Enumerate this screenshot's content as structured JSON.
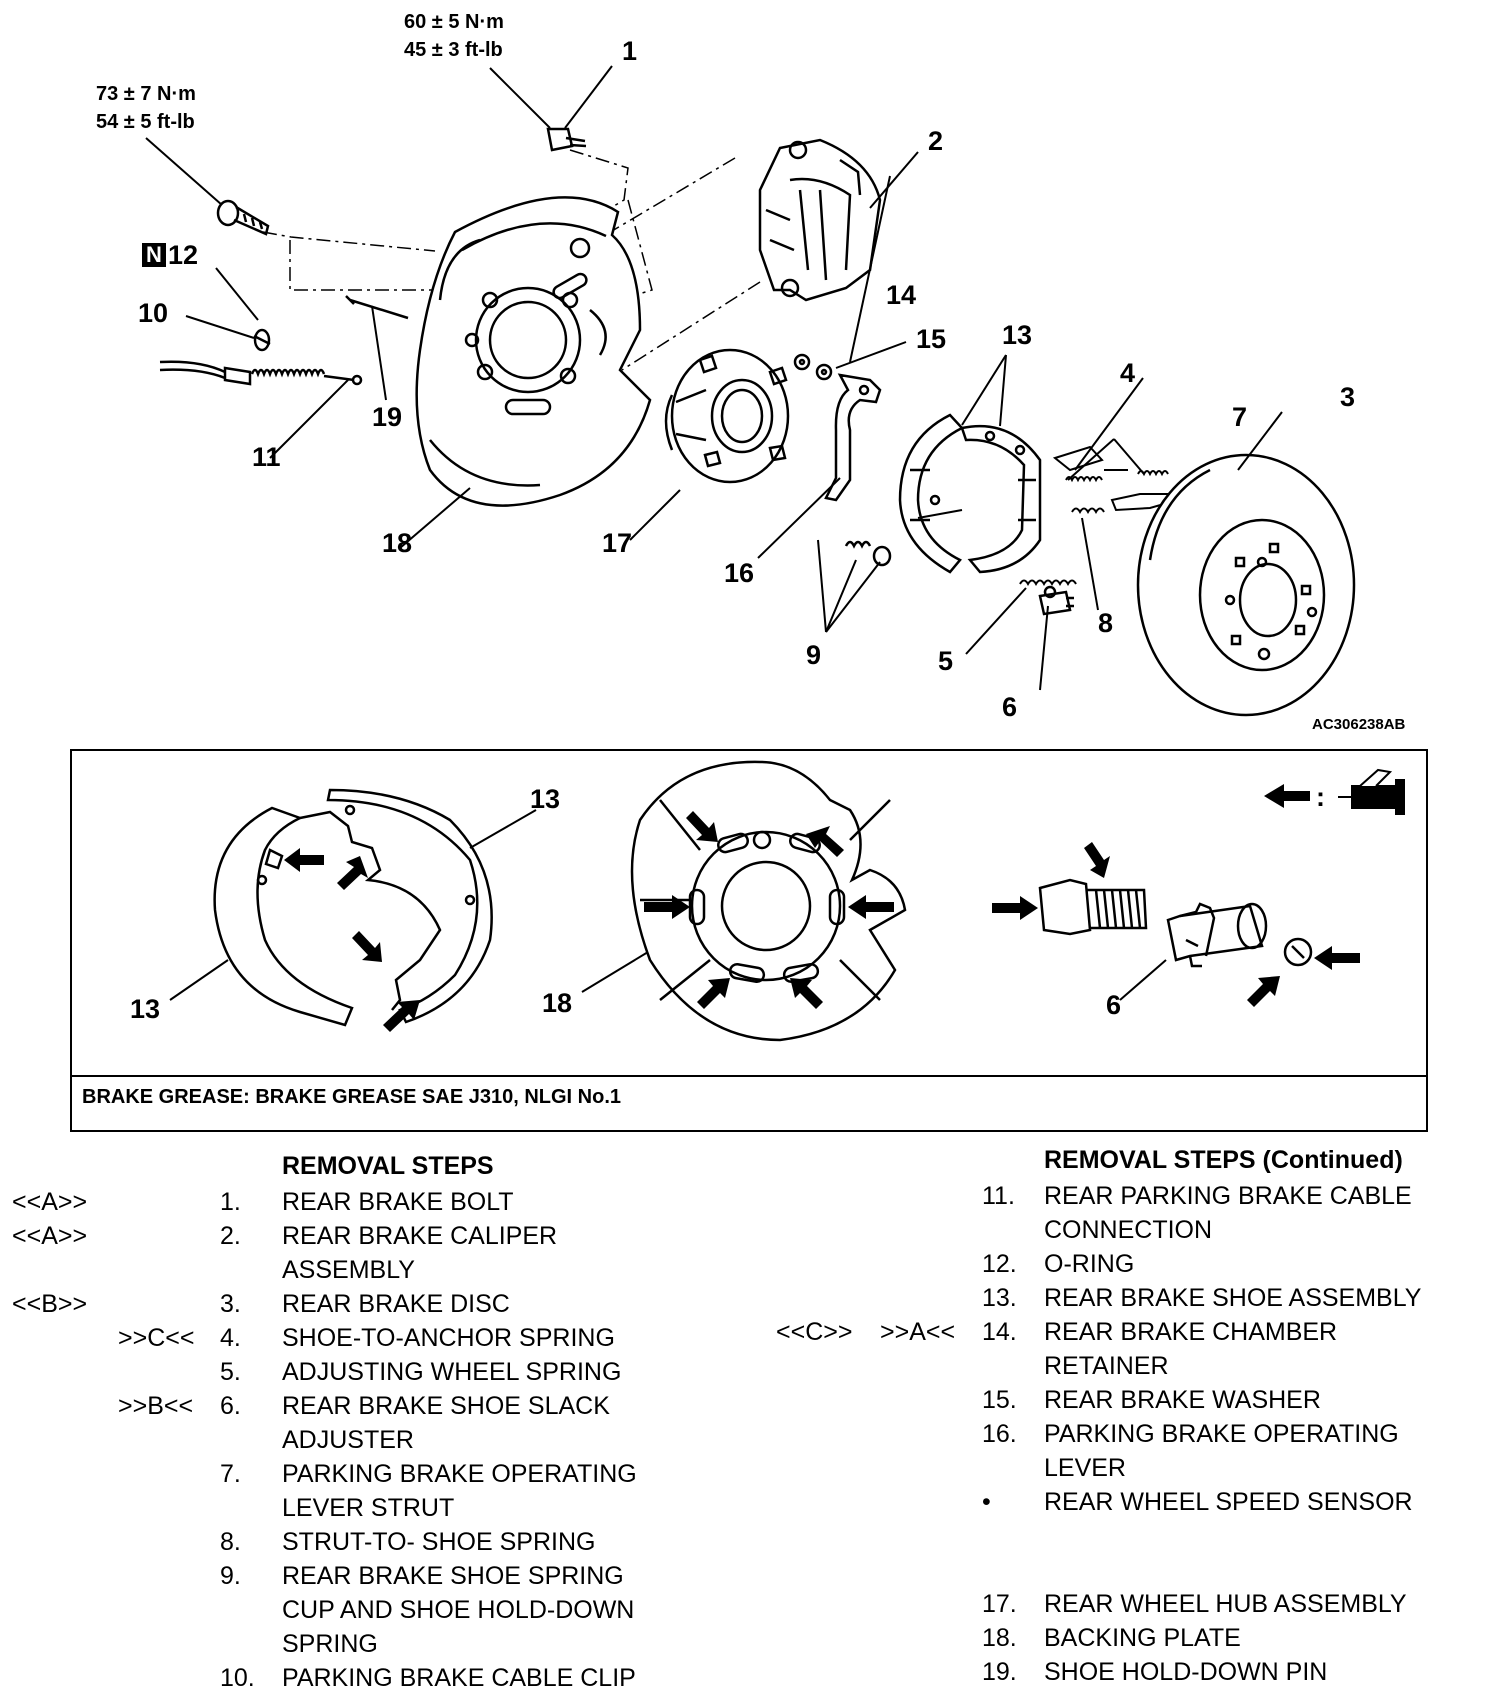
{
  "title": "REAR BRAKE — REMOVAL AND INSTALLATION",
  "torque": {
    "bolt1_nm": "60 ± 5 N·m",
    "bolt1_ftlb": "45 ± 3 ft-lb",
    "bolt2_nm": "73 ± 7 N·m",
    "bolt2_ftlb": "54 ± 5 ft-lb"
  },
  "callouts": {
    "n1": "1",
    "n2": "2",
    "n3": "3",
    "n4": "4",
    "n5": "5",
    "n6": "6",
    "n7": "7",
    "n8": "8",
    "n9": "9",
    "n10": "10",
    "n11": "11",
    "n12": "12",
    "n13": "13",
    "n14": "14",
    "n15": "15",
    "n16": "16",
    "n17": "17",
    "n18": "18",
    "n19": "19",
    "n_badge": "N"
  },
  "figure_code": "AC306238AB",
  "grease_box": {
    "callout_13a": "13",
    "callout_13b": "13",
    "callout_18": "18",
    "callout_6": "6",
    "legend_sep": ":",
    "note": "BRAKE GREASE: BRAKE GREASE SAE J310, NLGI No.1"
  },
  "removal_steps": {
    "title_left": "REMOVAL STEPS",
    "title_right": "REMOVAL STEPS (Continued)",
    "left": [
      {
        "tag1": "<<A>>",
        "tag2": "",
        "num": "1.",
        "text": "REAR BRAKE BOLT"
      },
      {
        "tag1": "<<A>>",
        "tag2": "",
        "num": "2.",
        "text": "REAR BRAKE CALIPER"
      },
      {
        "tag1": "",
        "tag2": "",
        "num": "",
        "text": "ASSEMBLY"
      },
      {
        "tag1": "<<B>>",
        "tag2": "",
        "num": "3.",
        "text": "REAR BRAKE DISC"
      },
      {
        "tag1": "",
        "tag2": ">>C<<",
        "num": "4.",
        "text": "SHOE-TO-ANCHOR SPRING"
      },
      {
        "tag1": "",
        "tag2": "",
        "num": "5.",
        "text": "ADJUSTING WHEEL SPRING"
      },
      {
        "tag1": "",
        "tag2": ">>B<<",
        "num": "6.",
        "text": "REAR BRAKE SHOE SLACK"
      },
      {
        "tag1": "",
        "tag2": "",
        "num": "",
        "text": "ADJUSTER"
      },
      {
        "tag1": "",
        "tag2": "",
        "num": "7.",
        "text": "PARKING BRAKE OPERATING"
      },
      {
        "tag1": "",
        "tag2": "",
        "num": "",
        "text": "LEVER STRUT"
      },
      {
        "tag1": "",
        "tag2": "",
        "num": "8.",
        "text": "STRUT-TO- SHOE SPRING"
      },
      {
        "tag1": "",
        "tag2": "",
        "num": "9.",
        "text": "REAR BRAKE SHOE SPRING"
      },
      {
        "tag1": "",
        "tag2": "",
        "num": "",
        "text": "CUP AND SHOE HOLD-DOWN"
      },
      {
        "tag1": "",
        "tag2": "",
        "num": "",
        "text": "SPRING"
      },
      {
        "tag1": "",
        "tag2": "",
        "num": "10.",
        "text": "PARKING BRAKE CABLE CLIP"
      }
    ],
    "right": [
      {
        "tag1": "",
        "tag2": "",
        "num": "11.",
        "text": "REAR PARKING BRAKE CABLE"
      },
      {
        "tag1": "",
        "tag2": "",
        "num": "",
        "text": "CONNECTION"
      },
      {
        "tag1": "",
        "tag2": "",
        "num": "12.",
        "text": "O-RING"
      },
      {
        "tag1": "",
        "tag2": "",
        "num": "13.",
        "text": "REAR BRAKE SHOE ASSEMBLY"
      },
      {
        "tag1": "<<C>>",
        "tag2": ">>A<<",
        "num": "14.",
        "text": "REAR BRAKE CHAMBER"
      },
      {
        "tag1": "",
        "tag2": "",
        "num": "",
        "text": "RETAINER"
      },
      {
        "tag1": "",
        "tag2": "",
        "num": "15.",
        "text": "REAR BRAKE WASHER"
      },
      {
        "tag1": "",
        "tag2": "",
        "num": "16.",
        "text": "PARKING BRAKE OPERATING"
      },
      {
        "tag1": "",
        "tag2": "",
        "num": "",
        "text": "LEVER"
      },
      {
        "tag1": "",
        "tag2": "",
        "num": "•",
        "text": "REAR WHEEL SPEED SENSOR"
      },
      {
        "tag1": "",
        "tag2": "",
        "num": "",
        "text": ""
      },
      {
        "tag1": "",
        "tag2": "",
        "num": "",
        "text": ""
      },
      {
        "tag1": "",
        "tag2": "",
        "num": "17.",
        "text": "REAR WHEEL HUB ASSEMBLY"
      },
      {
        "tag1": "",
        "tag2": "",
        "num": "18.",
        "text": "BACKING PLATE"
      },
      {
        "tag1": "",
        "tag2": "",
        "num": "19.",
        "text": "SHOE HOLD-DOWN PIN"
      }
    ]
  }
}
